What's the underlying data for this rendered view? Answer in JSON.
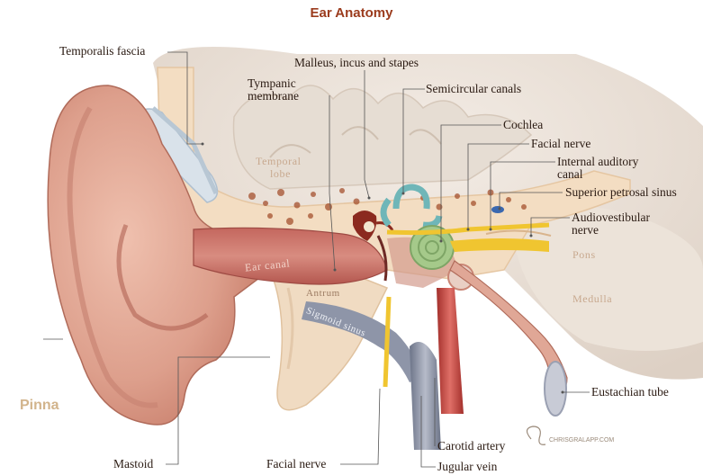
{
  "title": "Ear Anatomy",
  "labels": {
    "temporalis_fascia": "Temporalis fascia",
    "ossicles": "Malleus, incus and stapes",
    "tympanic_membrane_1": "Tympanic",
    "tympanic_membrane_2": "membrane",
    "semicircular_canals": "Semicircular canals",
    "cochlea": "Cochlea",
    "facial_nerve_top": "Facial nerve",
    "internal_auditory_canal_1": "Internal auditory",
    "internal_auditory_canal_2": "canal",
    "superior_petrosal_sinus": "Superior petrosal sinus",
    "audiovestibular_nerve_1": "Audiovestibular",
    "audiovestibular_nerve_2": "nerve",
    "eustachian_tube": "Eustachian tube",
    "carotid_artery": "Carotid artery",
    "jugular_vein": "Jugular vein",
    "facial_nerve_bottom": "Facial nerve",
    "mastoid": "Mastoid",
    "pinna": "Pinna"
  },
  "region_labels": {
    "temporal_lobe_1": "Temporal",
    "temporal_lobe_2": "lobe",
    "ear_canal": "Ear canal",
    "antrum": "Antrum",
    "sigmoid_sinus": "Sigmoid sinus",
    "pons": "Pons",
    "medulla": "Medulla"
  },
  "credit": "CHRISGRALAPP.COM",
  "colors": {
    "title": "#9b3b1d",
    "skin": "#e0a796",
    "bone": "#f1dcc0",
    "brain": "#e8dfd6",
    "nerve": "#f0c530",
    "artery": "#c9443f",
    "vein": "#8e95a8",
    "cochlea": "#a5c98a",
    "semicircular": "#6fb6b8",
    "pinna_label": "#d2b48c"
  }
}
